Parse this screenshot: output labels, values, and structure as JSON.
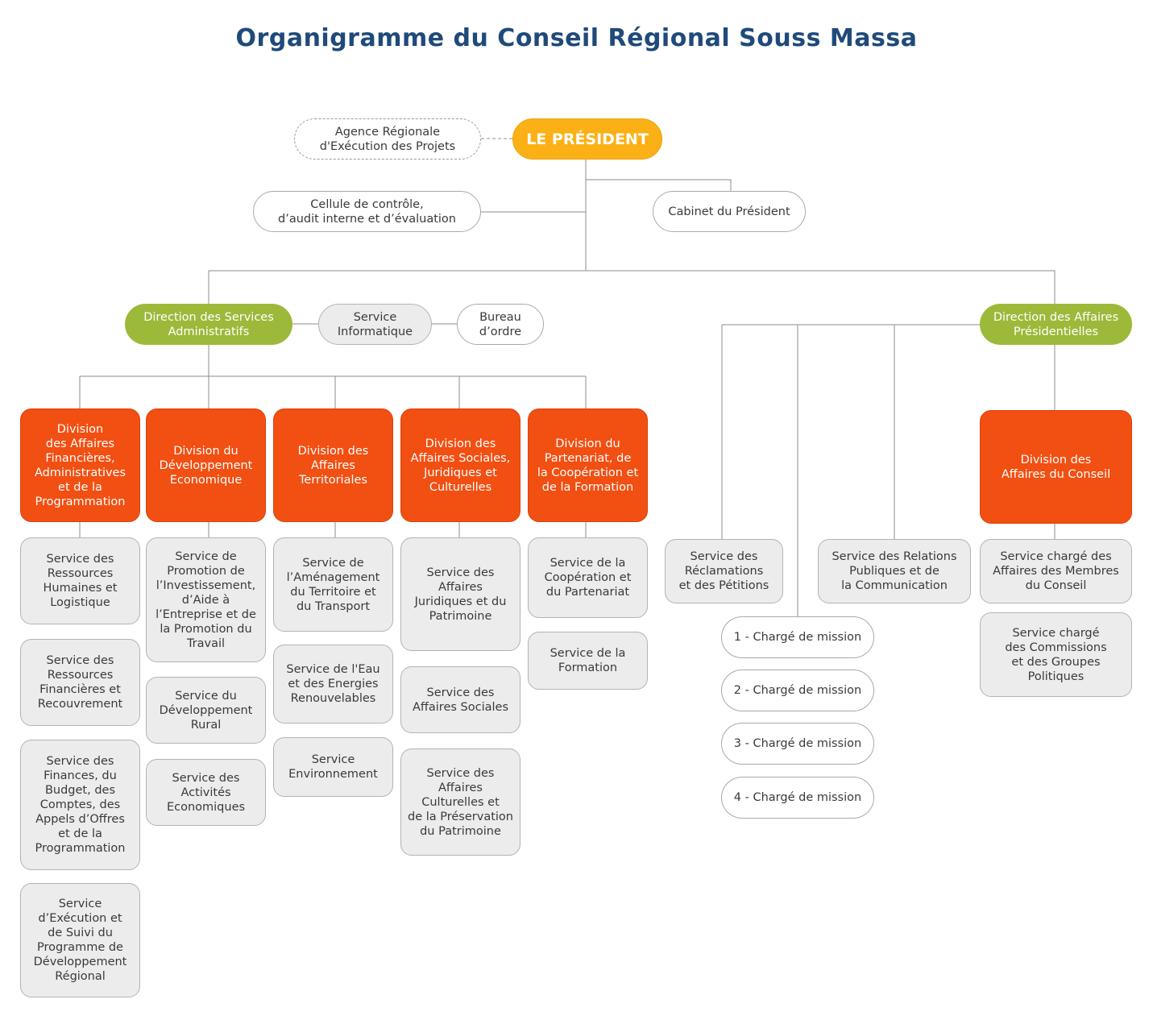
{
  "title": "Organigramme du Conseil Régional Souss Massa",
  "president": "LE PRÉSIDENT",
  "agence": "Agence Régionale\nd'Exécution des Projets",
  "cellule": "Cellule de contrôle,\nd’audit interne et d’évaluation",
  "cabinet": "Cabinet du Président",
  "dsa": "Direction des Services\nAdministratifs",
  "service_informatique": "Service\nInformatique",
  "bureau_ordre": "Bureau\nd’ordre",
  "dap": "Direction des Affaires\nPrésidentielles",
  "divisions": [
    {
      "name": "Division\ndes Affaires\nFinancières,\nAdministratives\net de la\nProgrammation",
      "services": [
        "Service  des\nRessources\nHumaines et\nLogistique",
        "Service  des\nRessources\nFinancières et\nRecouvrement",
        "Service des\nFinances, du\nBudget, des\nComptes, des\nAppels d’Offres\net de la\nProgrammation",
        "Service\nd’Exécution et\nde Suivi du\nProgramme de\nDéveloppement\nRégional"
      ]
    },
    {
      "name": "Division du\nDéveloppement\nEconomique",
      "services": [
        "Service de\nPromotion de\nl’Investissement,\nd’Aide à\nl’Entreprise et de\nla Promotion du\nTravail",
        "Service du\nDéveloppement\nRural",
        "Service des\nActivités\nEconomiques"
      ]
    },
    {
      "name": "Division des\nAffaires\nTerritoriales",
      "services": [
        "Service de\nl’Aménagement\ndu Territoire et\ndu Transport",
        "Service de l'Eau\net des Energies\nRenouvelables",
        "Service\nEnvironnement"
      ]
    },
    {
      "name": "Division des\nAffaires Sociales,\nJuridiques et\nCulturelles",
      "services": [
        "Service des\nAffaires\nJuridiques et du\nPatrimoine",
        "Service des\nAffaires Sociales",
        "Service des\nAffaires\nCulturelles et\nde la Préservation\ndu Patrimoine"
      ]
    },
    {
      "name": "Division du\nPartenariat, de\nla Coopération et\nde la Formation",
      "services": [
        "Service de la\nCoopération et\ndu Partenariat",
        "Service de la\nFormation"
      ]
    }
  ],
  "dap_services": {
    "reclamations": "Service des\nRéclamations\net des Pétitions",
    "relations": "Service des Relations\nPubliques et de\nla Communication"
  },
  "missions": [
    "1 - Chargé de mission",
    "2 - Chargé de mission",
    "3 - Chargé de mission",
    "4 - Chargé de mission"
  ],
  "division_conseil": {
    "name": "Division des\nAffaires du Conseil",
    "services": [
      "Service chargé des\nAffaires des Membres\ndu Conseil",
      "Service chargé\ndes Commissions\net des Groupes\nPolitiques"
    ]
  },
  "colors": {
    "title": "#1f4a7a",
    "president": "#fbb116",
    "direction": "#9cb93a",
    "division": "#f24f12",
    "service": "#ececec",
    "line": "#8c8c8c"
  }
}
